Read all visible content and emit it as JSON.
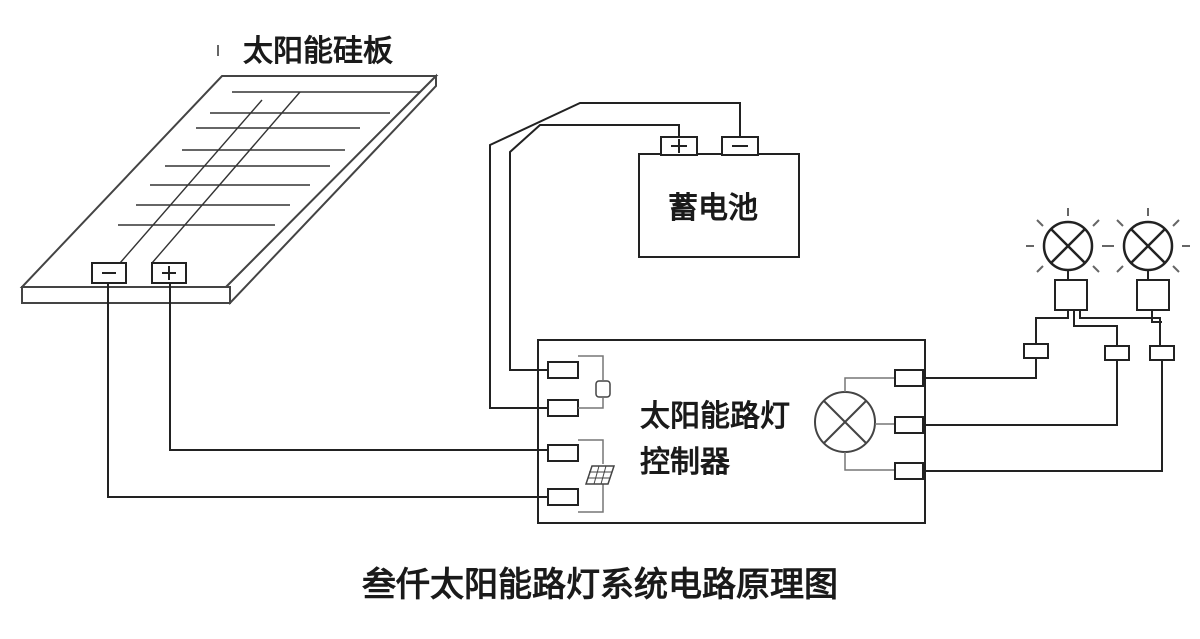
{
  "labels": {
    "solar_panel": "太阳能硅板",
    "battery": "蓄电池",
    "controller": "太阳能路灯控制器",
    "caption": "叁仟太阳能路灯系统电路原理图"
  },
  "terminals": {
    "negative": "−",
    "positive": "+"
  }
}
